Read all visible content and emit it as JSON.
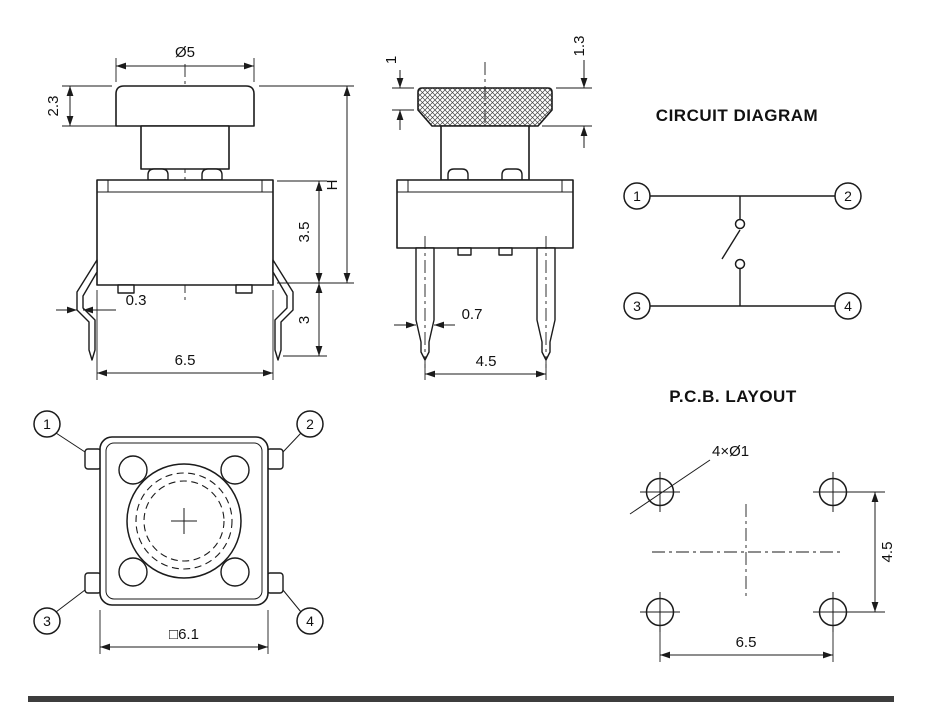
{
  "colors": {
    "line": "#1b1b1b",
    "divider": "#3d3d3d"
  },
  "front_view": {
    "dim_cap_diameter": "Ø5",
    "dim_cap_height": "2.3",
    "dim_total_height": "H",
    "dim_body_height": "3.5",
    "dim_leg_length": "3",
    "dim_leg_thickness": "0.3",
    "dim_body_width": "6.5"
  },
  "side_view": {
    "dim_cap_top": "1",
    "dim_cap_lip": "1.3",
    "dim_pin_width": "0.7",
    "dim_pin_pitch": "4.5"
  },
  "circuit_diagram": {
    "title": "CIRCUIT DIAGRAM",
    "pins": [
      "1",
      "2",
      "3",
      "4"
    ]
  },
  "top_view": {
    "pins": [
      "1",
      "2",
      "3",
      "4"
    ],
    "dim_body_size": "□6.1"
  },
  "pcb_layout": {
    "title": "P.C.B. LAYOUT",
    "hole_spec": "4×Ø1",
    "dim_vertical_pitch": "4.5",
    "dim_horizontal_pitch": "6.5"
  }
}
